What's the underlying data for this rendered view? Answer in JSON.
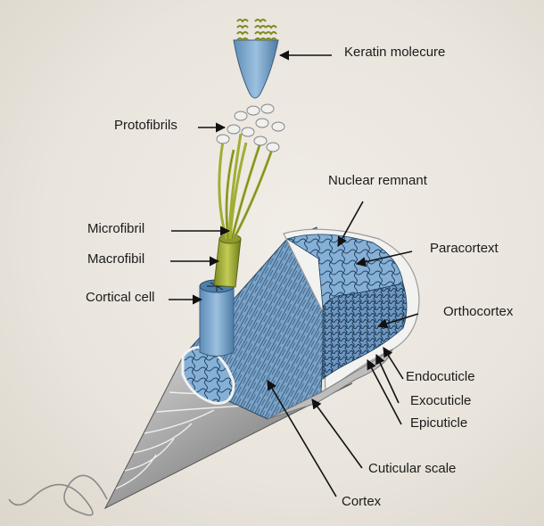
{
  "labels": {
    "keratin": "Keratin molecure",
    "protofibrils": "Protofibrils",
    "nuclear": "Nuclear remnant",
    "microfibril": "Microfibril",
    "paracortex": "Paracortext",
    "macrofibril": "Macrofibil",
    "cortical": "Cortical cell",
    "orthocortex": "Orthocortex",
    "endocuticle": "Endocuticle",
    "exocuticle": "Exocuticle",
    "epicuticle": "Epicuticle",
    "cuticular": "Cuticular scale",
    "cortex": "Cortex"
  },
  "colors": {
    "background": "#ece8e1",
    "cell_blue": "#7fa9cf",
    "fibril_green": "#a7b23a",
    "cuticle_white": "#f4f4f2",
    "scale_gray": "#8f8f8f"
  }
}
